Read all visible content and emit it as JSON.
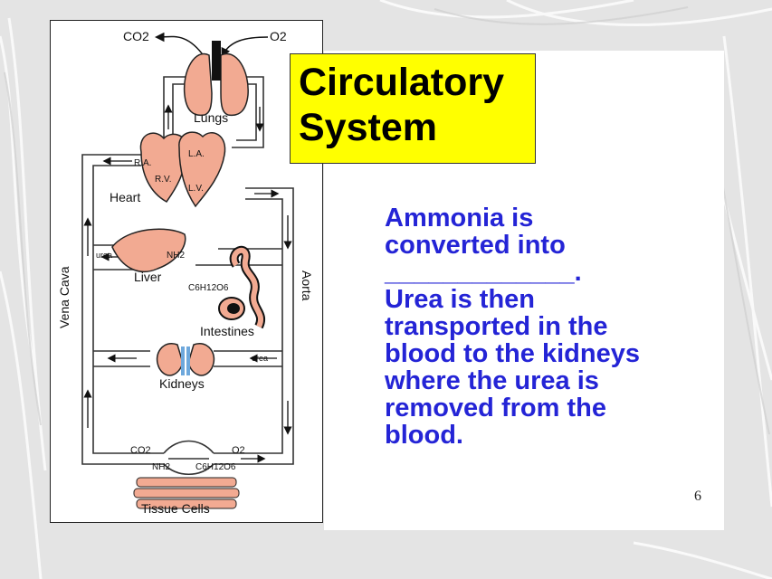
{
  "slide": {
    "title_lines": [
      "Circulatory",
      "System"
    ],
    "body_lines": [
      "Ammonia is",
      "converted into",
      "_____________.",
      "Urea is then",
      "transported in the",
      "blood to the kidneys",
      "where the urea is",
      "removed from the",
      "blood."
    ],
    "slide_number": "6"
  },
  "diagram": {
    "co2_top": "CO2",
    "o2_top": "O2",
    "lungs": "Lungs",
    "ra": "R.A.",
    "la": "L.A.",
    "rv": "R.V.",
    "lv": "L.V.",
    "heart": "Heart",
    "urea_liver": "urea",
    "nh2_liver": "NH2",
    "liver": "Liver",
    "glucose_liver": "C6H12O6",
    "vena_cava": "Vena Cava",
    "aorta": "Aorta",
    "intestines": "Intestines",
    "urea_kidneys": "urea",
    "kidneys": "Kidneys",
    "co2_bottom": "CO2",
    "o2_bottom": "O2",
    "nh2_bottom": "NH2",
    "glucose_bottom": "C6H12O6",
    "tissue_cells": "Tissue Cells"
  },
  "colors": {
    "title_bg": "#ffff00",
    "body_text": "#2424d6",
    "organ_fill": "#f2aa92",
    "kidney_vessel": "#6ea8dc"
  }
}
